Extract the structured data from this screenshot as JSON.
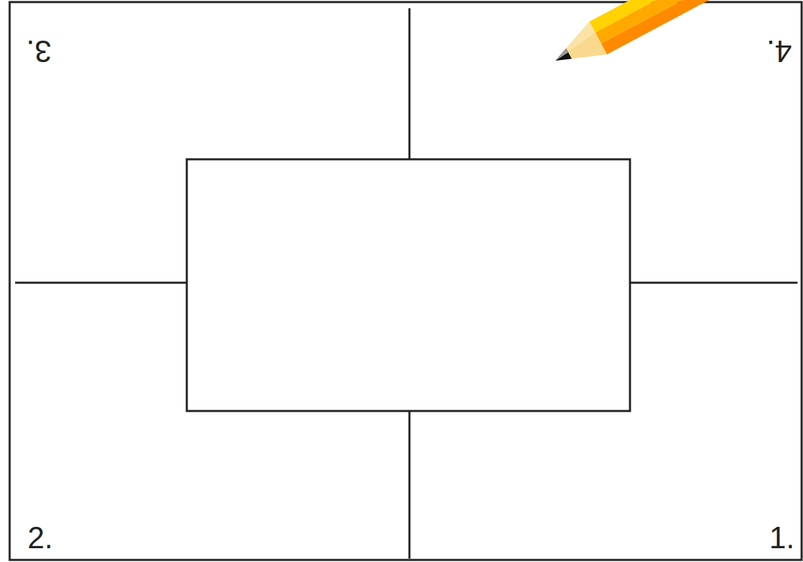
{
  "diagram": {
    "labels": [
      "3.",
      "4.",
      "2.",
      "1."
    ]
  }
}
